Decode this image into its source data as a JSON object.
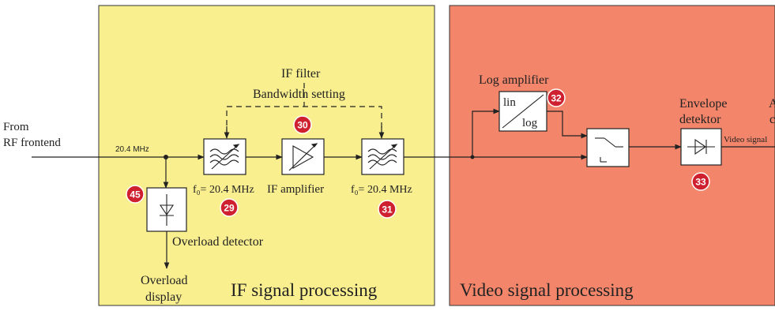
{
  "colors": {
    "if_panel": "#f9ef8f",
    "video_panel": "#f2856a",
    "badge": "#cf2030",
    "line": "#222222",
    "box_fill": "#ffffff"
  },
  "input": {
    "label_line1": "From",
    "label_line2": "RF frontend",
    "frequency": "20.4 MHz"
  },
  "if_section": {
    "title": "IF signal processing",
    "if_filter_line1": "IF filter",
    "if_filter_line2": "Bandwidth setting",
    "filter1_label": "f₀= 20.4 MHz",
    "filter1_badge": "29",
    "amplifier_label": "IF amplifier",
    "amplifier_badge": "30",
    "filter2_label": "f₀= 20.4 MHz",
    "filter2_badge": "31",
    "overload_detector_label": "Overload detector",
    "overload_detector_badge": "45",
    "overload_display_line1": "Overload",
    "overload_display_line2": "display"
  },
  "video_section": {
    "title": "Video signal processing",
    "log_amp_title": "Log amplifier",
    "log_amp_top": "lin",
    "log_amp_bottom": "log",
    "log_amp_badge": "32",
    "envelope_line1": "Envelope",
    "envelope_line2": "detektor",
    "envelope_badge": "33",
    "output_label": "Video signal",
    "cut_line1": "A",
    "cut_line2": "c"
  },
  "icons": [
    "filter-icon",
    "amplifier-icon",
    "diode-icon",
    "switch-icon",
    "arrow-icon"
  ]
}
